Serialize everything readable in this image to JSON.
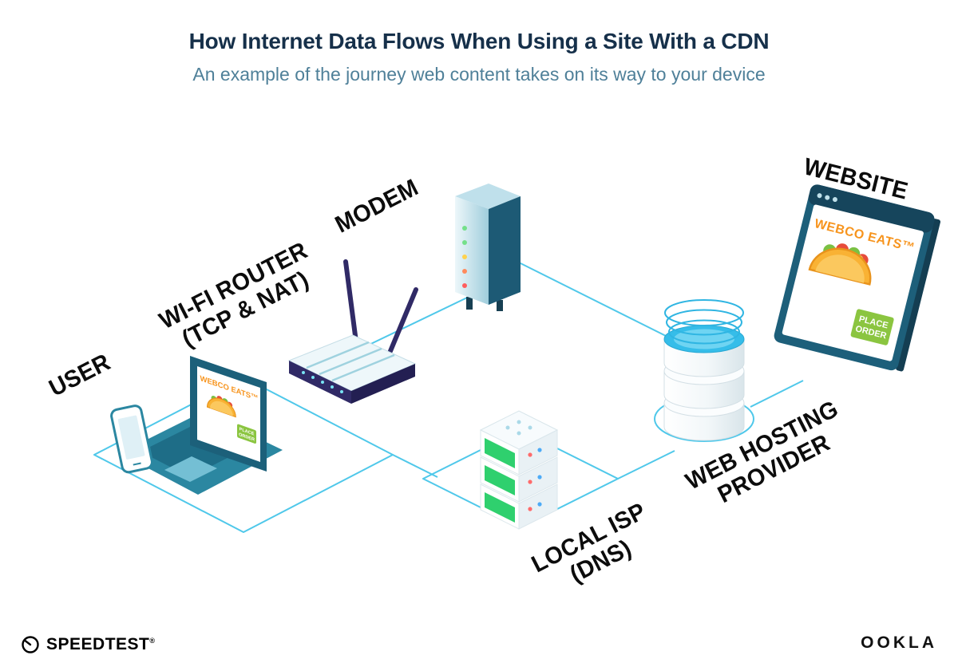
{
  "header": {
    "title": "How Internet Data Flows When Using a Site With a CDN",
    "subtitle": "An example of the journey web content takes on its way to your device"
  },
  "nodes": {
    "user": {
      "label": "USER"
    },
    "wifi_router": {
      "label_line1": "WI-FI ROUTER",
      "label_line2": "(TCP & NAT)"
    },
    "modem": {
      "label": "MODEM"
    },
    "local_isp": {
      "label_line1": "LOCAL ISP",
      "label_line2": "(DNS)"
    },
    "web_hosting": {
      "label_line1": "WEB HOSTING",
      "label_line2": "PROVIDER"
    },
    "website": {
      "label": "WEBSITE"
    }
  },
  "screens": {
    "laptop": {
      "brand": "WEBCO EATS™",
      "button_line1": "PLACE",
      "button_line2": "ORDER"
    },
    "website": {
      "brand": "WEBCO EATS™",
      "button_line1": "PLACE",
      "button_line2": "ORDER"
    }
  },
  "footer": {
    "speedtest": "SPEEDTEST",
    "speedtest_mark": "®",
    "ookla": "OOKLA"
  },
  "colors": {
    "line": "#4FC8EA",
    "title": "#16304A",
    "subtitle": "#4F8099",
    "label": "#0C0C0C",
    "orange": "#F7941D",
    "green": "#8BC540",
    "teal_dark": "#1D5F7A",
    "indigo": "#302A66"
  }
}
